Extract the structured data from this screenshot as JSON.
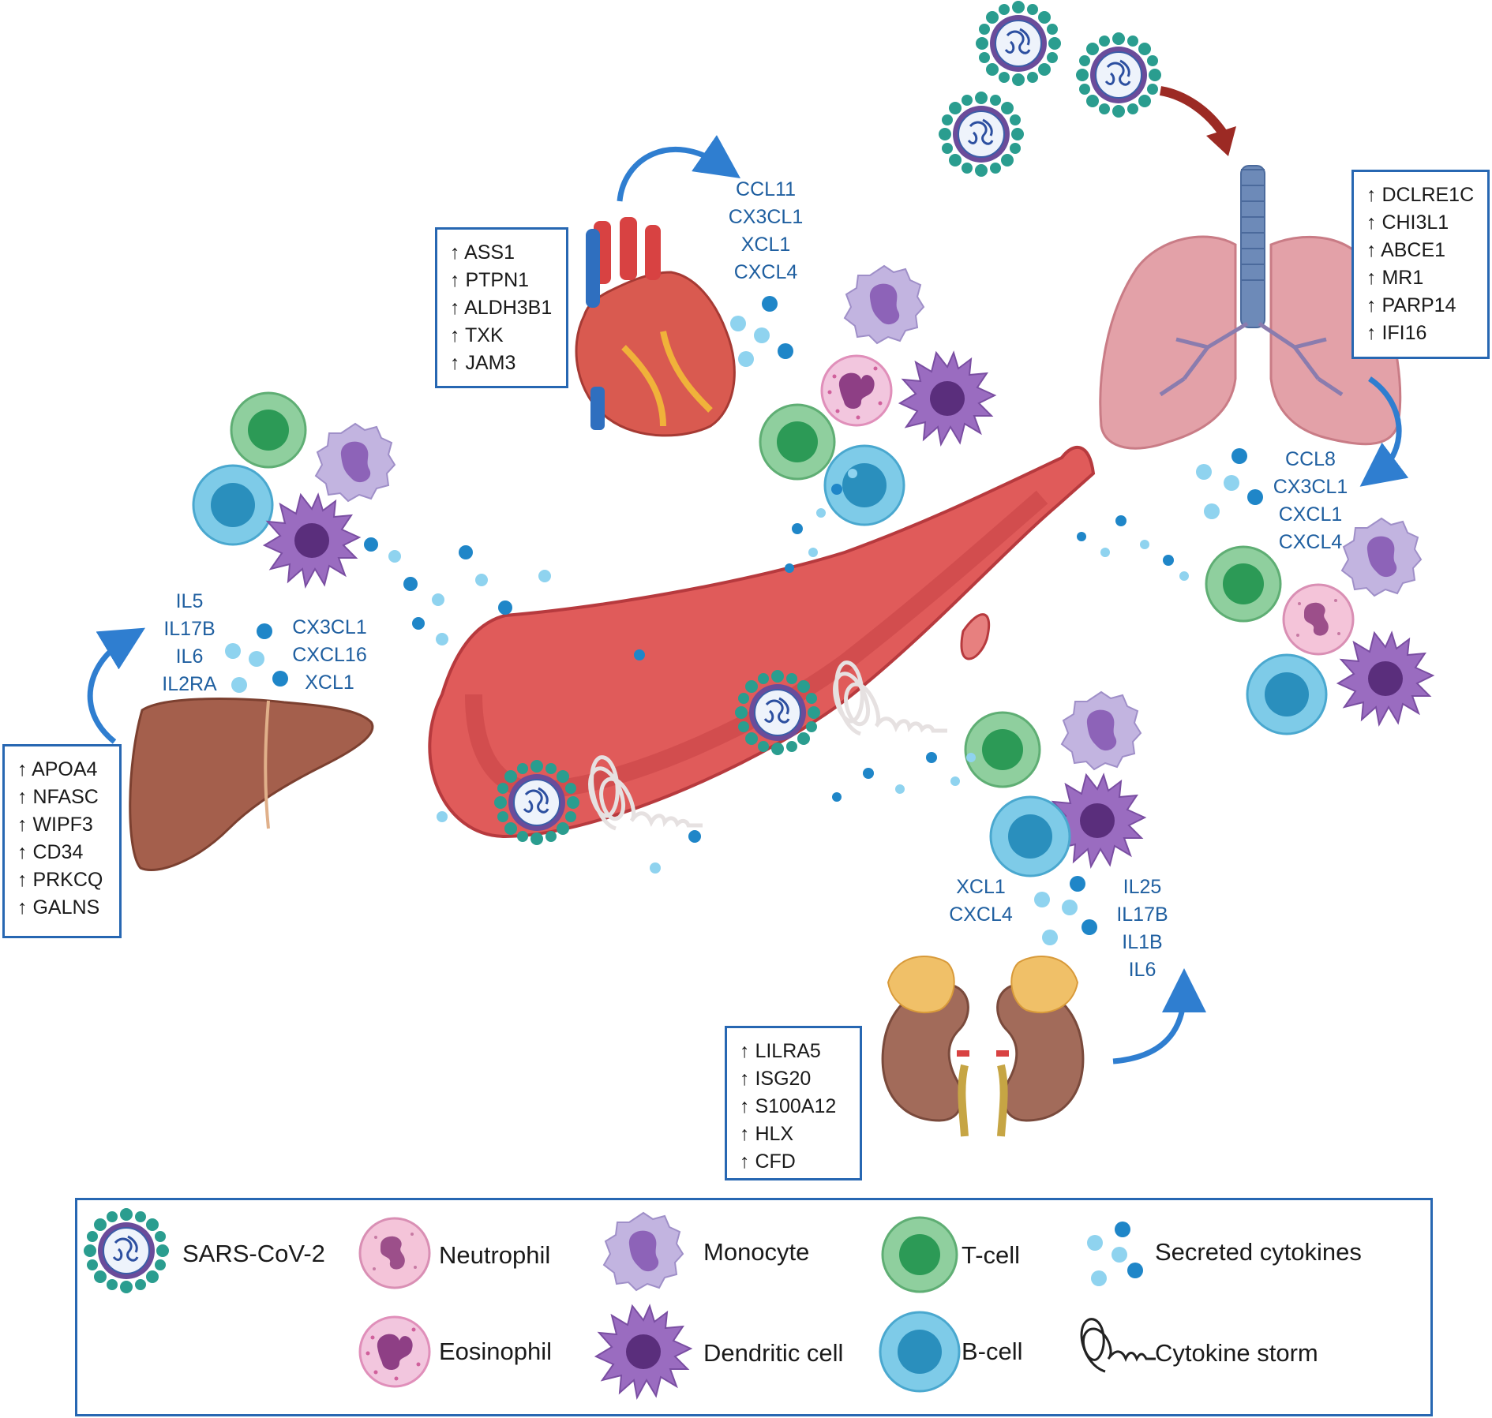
{
  "organs": {
    "heart": {
      "genes": [
        "↑ ASS1",
        "↑ PTPN1",
        "↑ ALDH3B1",
        "↑ TXK",
        "↑ JAM3"
      ],
      "cytokines": [
        "CCL11",
        "CX3CL1",
        "XCL1",
        "CXCL4"
      ]
    },
    "lung": {
      "genes": [
        "↑ DCLRE1C",
        "↑ CHI3L1",
        "↑ ABCE1",
        "↑ MR1",
        "↑ PARP14",
        "↑ IFI16"
      ],
      "cytokines": [
        "CCL8",
        "CX3CL1",
        "CXCL1",
        "CXCL4"
      ]
    },
    "liver": {
      "genes": [
        "↑ APOA4",
        "↑ NFASC",
        "↑ WIPF3",
        "↑ CD34",
        "↑ PRKCQ",
        "↑ GALNS"
      ],
      "cytokines_left": [
        "IL5",
        "IL17B",
        "IL6",
        "IL2RA"
      ],
      "cytokines_right": [
        "CX3CL1",
        "CXCL16",
        "XCL1"
      ]
    },
    "kidney": {
      "genes": [
        "↑ LILRA5",
        "↑ ISG20",
        "↑ S100A12",
        "↑ HLX",
        "↑ CFD"
      ],
      "cytokines_left": [
        "XCL1",
        "CXCL4"
      ],
      "cytokines_right": [
        "IL25",
        "IL17B",
        "IL1B",
        "IL6"
      ]
    }
  },
  "legend": {
    "virus": "SARS-CoV-2",
    "neutrophil": "Neutrophil",
    "monocyte": "Monocyte",
    "tcell": "T-cell",
    "cytokines": "Secreted cytokines",
    "eosinophil": "Eosinophil",
    "dendritic": "Dendritic cell",
    "bcell": "B-cell",
    "storm": "Cytokine storm"
  },
  "colors": {
    "label_blue": "#1f5fa0",
    "box_border": "#2767b2",
    "vessel": "#d9534f",
    "tcell": "#7cc18f",
    "bcell": "#6cc0e0",
    "monocyte": "#b7a6d6",
    "dendritic": "#8a5aab",
    "neutrophil": "#f2b8d2",
    "eosinophil": "#f2c0dc",
    "virus_teal": "#2a9d8f",
    "arrow_red": "#9c2a24"
  }
}
